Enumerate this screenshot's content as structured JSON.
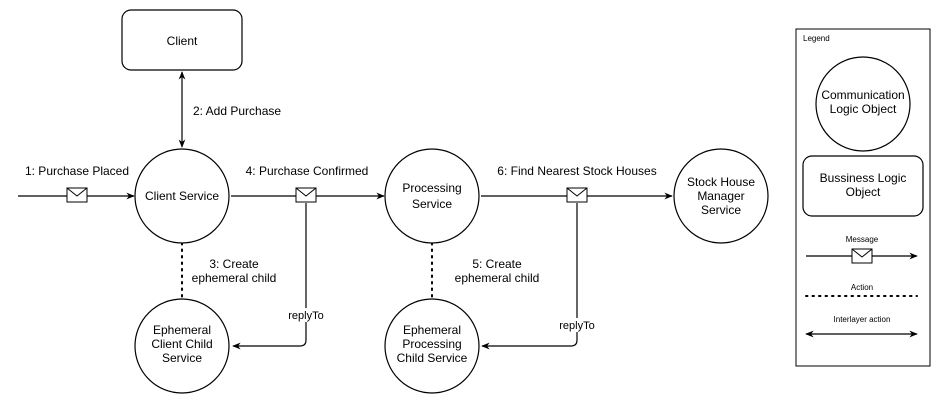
{
  "nodes": {
    "client": "Client",
    "client_service": "Client Service",
    "processing_service_1": "Processing",
    "processing_service_2": "Service",
    "stock_house_1": "Stock House",
    "stock_house_2": "Manager",
    "stock_house_3": "Service",
    "eph_client_1": "Ephemeral",
    "eph_client_2": "Client Child",
    "eph_client_3": "Service",
    "eph_proc_1": "Ephemeral",
    "eph_proc_2": "Processing",
    "eph_proc_3": "Child Service"
  },
  "edges": {
    "purchase_placed": "1: Purchase Placed",
    "add_purchase": "2: Add Purchase",
    "create_child_3a": "3: Create",
    "create_child_3b": "ephemeral child",
    "purchase_confirmed": "4: Purchase Confirmed",
    "create_child_5a": "5: Create",
    "create_child_5b": "ephemeral child",
    "find_stock": "6: Find Nearest Stock Houses",
    "reply_to_1": "replyTo",
    "reply_to_2": "replyTo"
  },
  "legend": {
    "title": "Legend",
    "comm_1": "Communication",
    "comm_2": "Logic Object",
    "biz_1": "Bussiness Logic",
    "biz_2": "Object",
    "message": "Message",
    "action": "Action",
    "interlayer": "Interlayer action"
  },
  "colors": {
    "stroke": "#000000",
    "fill": "#ffffff"
  }
}
